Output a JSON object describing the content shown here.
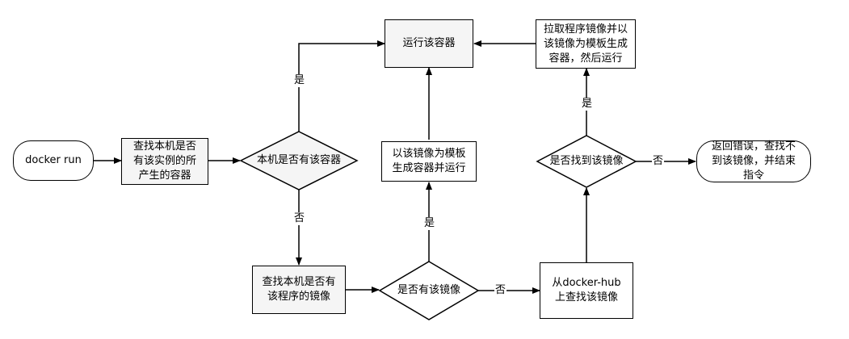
{
  "nodes": {
    "docker_run": "docker run",
    "check_instance": "查找本机是否有该实例的所产生的容器",
    "decision_local_container": "本机是否有该容器",
    "run_container": "运行该容器",
    "check_image": "查找本机是否有该程序的镜像",
    "decision_has_image": "是否有该镜像",
    "gen_from_image": "以该镜像为模板生成容器并运行",
    "from_hub": "从docker-hub上查找该镜像",
    "decision_found": "是否找到该镜像",
    "pull_and_run": "拉取程序镜像并以该镜像为模板生成容器，然后运行",
    "error_end": "返回错误，查找不到该镜像，并结束指令"
  },
  "edge_labels": {
    "yes_1": "是",
    "no_1": "否",
    "yes_2": "是",
    "no_2": "否",
    "yes_3": "是",
    "no_3": "否"
  }
}
